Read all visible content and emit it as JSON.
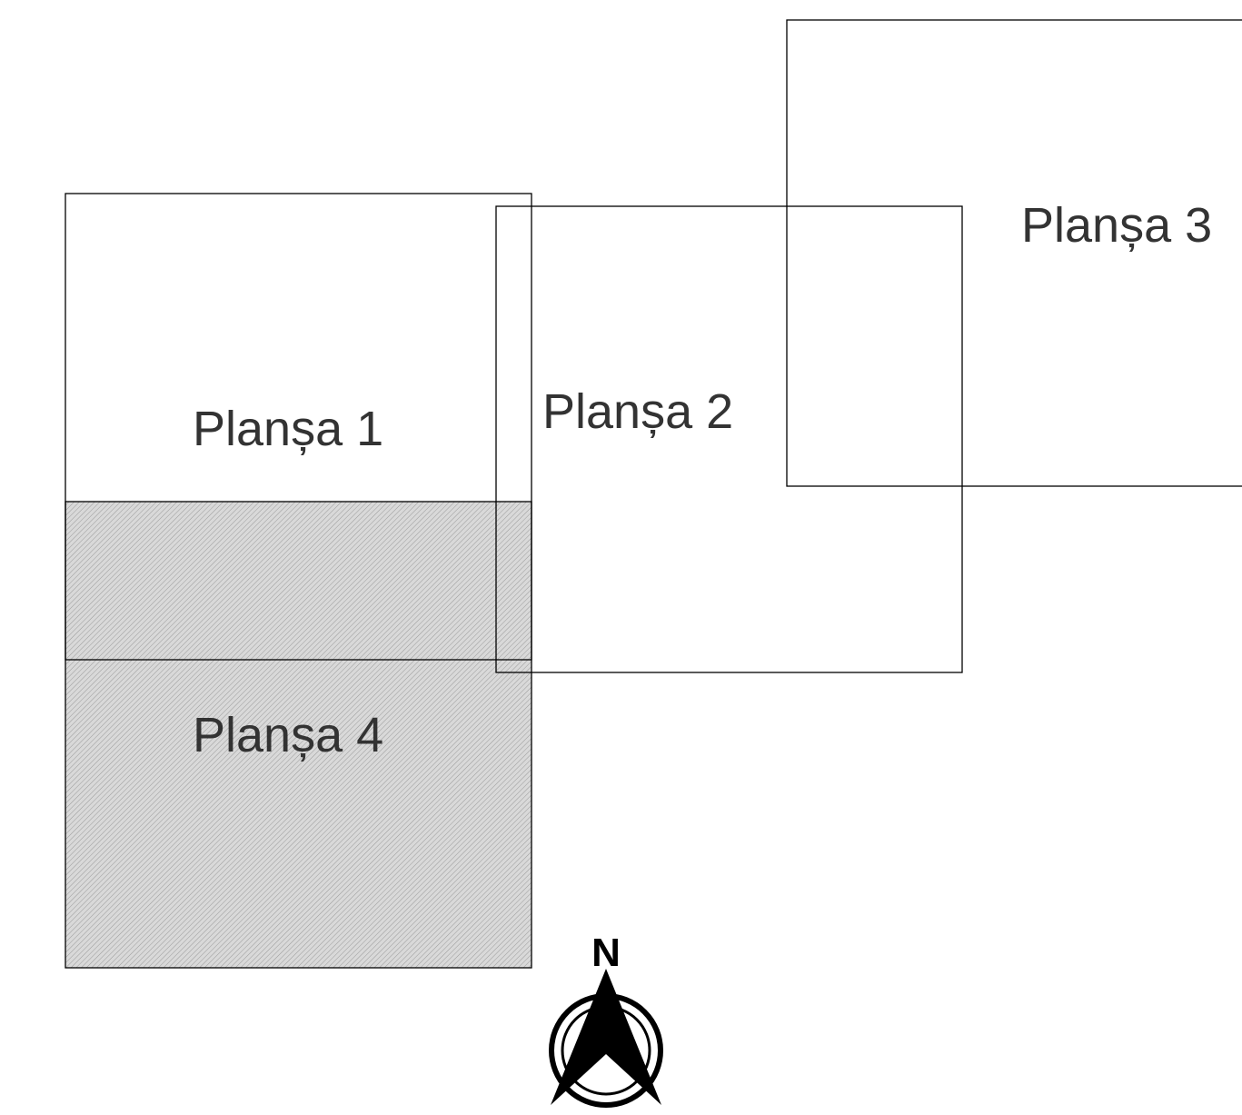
{
  "sheets": [
    {
      "id": "plansa-1",
      "label": "Planșa 1",
      "hatched": false
    },
    {
      "id": "plansa-2",
      "label": "Planșa 2",
      "hatched": false
    },
    {
      "id": "plansa-3",
      "label": "Planșa 3",
      "hatched": false
    },
    {
      "id": "plansa-4",
      "label": "Planșa 4",
      "hatched": true
    }
  ],
  "north_arrow": {
    "label": "N",
    "icon": "north-arrow-icon"
  },
  "colors": {
    "outline": "#000000",
    "label_text": "#333333",
    "hatch_fill": "#d9d9d9",
    "hatch_line": "#9a9a9a"
  }
}
